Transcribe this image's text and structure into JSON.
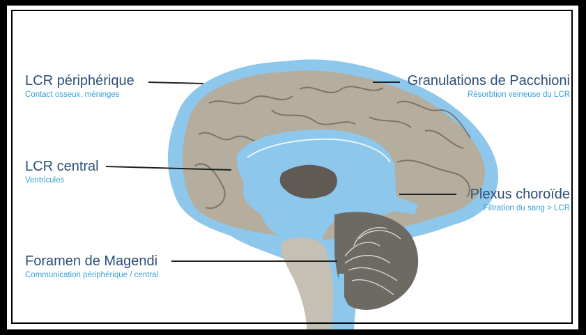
{
  "colors": {
    "csf_blue": "#8ec7ec",
    "title_text": "#2d4f79",
    "subtitle_text": "#3a9fd6",
    "brain_tissue": "#b5ad9e",
    "cerebellum": "#6d6a64"
  },
  "labels": {
    "lcr_peripherique": {
      "title": "LCR périphérique",
      "subtitle": "Contact osseux, méninges"
    },
    "granulations": {
      "title": "Granulations de Pacchioni",
      "subtitle": "Résorbtion veineuse du LCR"
    },
    "lcr_central": {
      "title": "LCR central",
      "subtitle": "Ventricules"
    },
    "plexus": {
      "title": "Plexus choroïde",
      "subtitle": "Filtration du sang > LCR"
    },
    "foramen": {
      "title": "Foramen de Magendi",
      "subtitle": "Communication périphérique / central"
    }
  }
}
